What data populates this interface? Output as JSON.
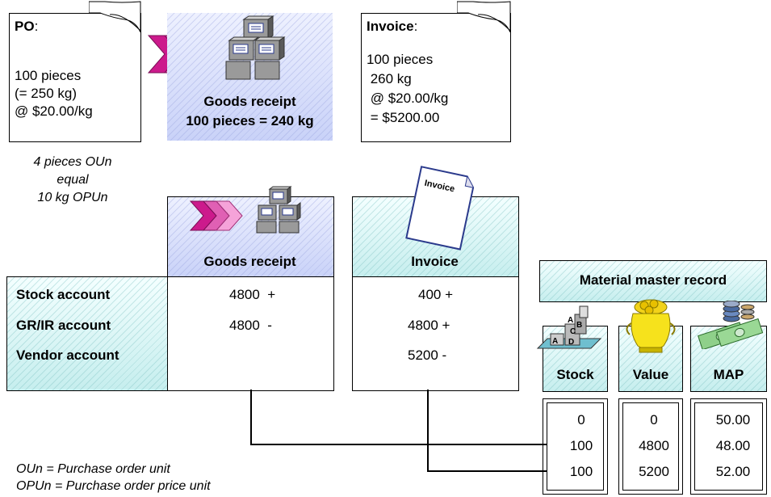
{
  "po": {
    "title": "PO",
    "colon": ":",
    "lines": [
      "100 pieces",
      "(= 250 kg)",
      "@ $20.00/kg"
    ]
  },
  "gr_top": {
    "line1": "Goods receipt",
    "line2": "100 pieces = 240 kg"
  },
  "invoice_doc": {
    "title": "Invoice",
    "colon": ":",
    "lines": [
      "100 pieces",
      " 260 kg",
      " @ $20.00/kg",
      " = $5200.00"
    ]
  },
  "conversion_note": [
    "4 pieces OUn",
    "equal",
    "10 kg OPUn"
  ],
  "invoice_icon_label": "Invoice",
  "accounts": {
    "labels": [
      "Stock account",
      "GR/IR account",
      "Vendor account"
    ]
  },
  "gr_column": {
    "header": "Goods receipt",
    "values": [
      "4800  +",
      "4800  -"
    ]
  },
  "invoice_column": {
    "header": "Invoice",
    "values": [
      "400 +",
      "4800 +",
      "5200 -"
    ]
  },
  "mmr": {
    "title": "Material master record",
    "stock_icon_letters": [
      "A",
      "B",
      "C",
      "A",
      "D"
    ],
    "columns": [
      {
        "header": "Stock",
        "values": [
          "0",
          "100",
          "100"
        ]
      },
      {
        "header": "Value",
        "values": [
          "0",
          "4800",
          "5200"
        ]
      },
      {
        "header": "MAP",
        "values": [
          "50.00",
          "48.00",
          "52.00"
        ]
      }
    ]
  },
  "footnotes": [
    "OUn = Purchase order unit",
    "OPUn = Purchase order price unit"
  ],
  "colors": {
    "arrow": "#cc1a8c",
    "arrow_light": "#f5a3d9",
    "box_gray": "#9a9a9a",
    "box_dark": "#5a5a5a",
    "doc_blue": "#2b3a8c"
  }
}
